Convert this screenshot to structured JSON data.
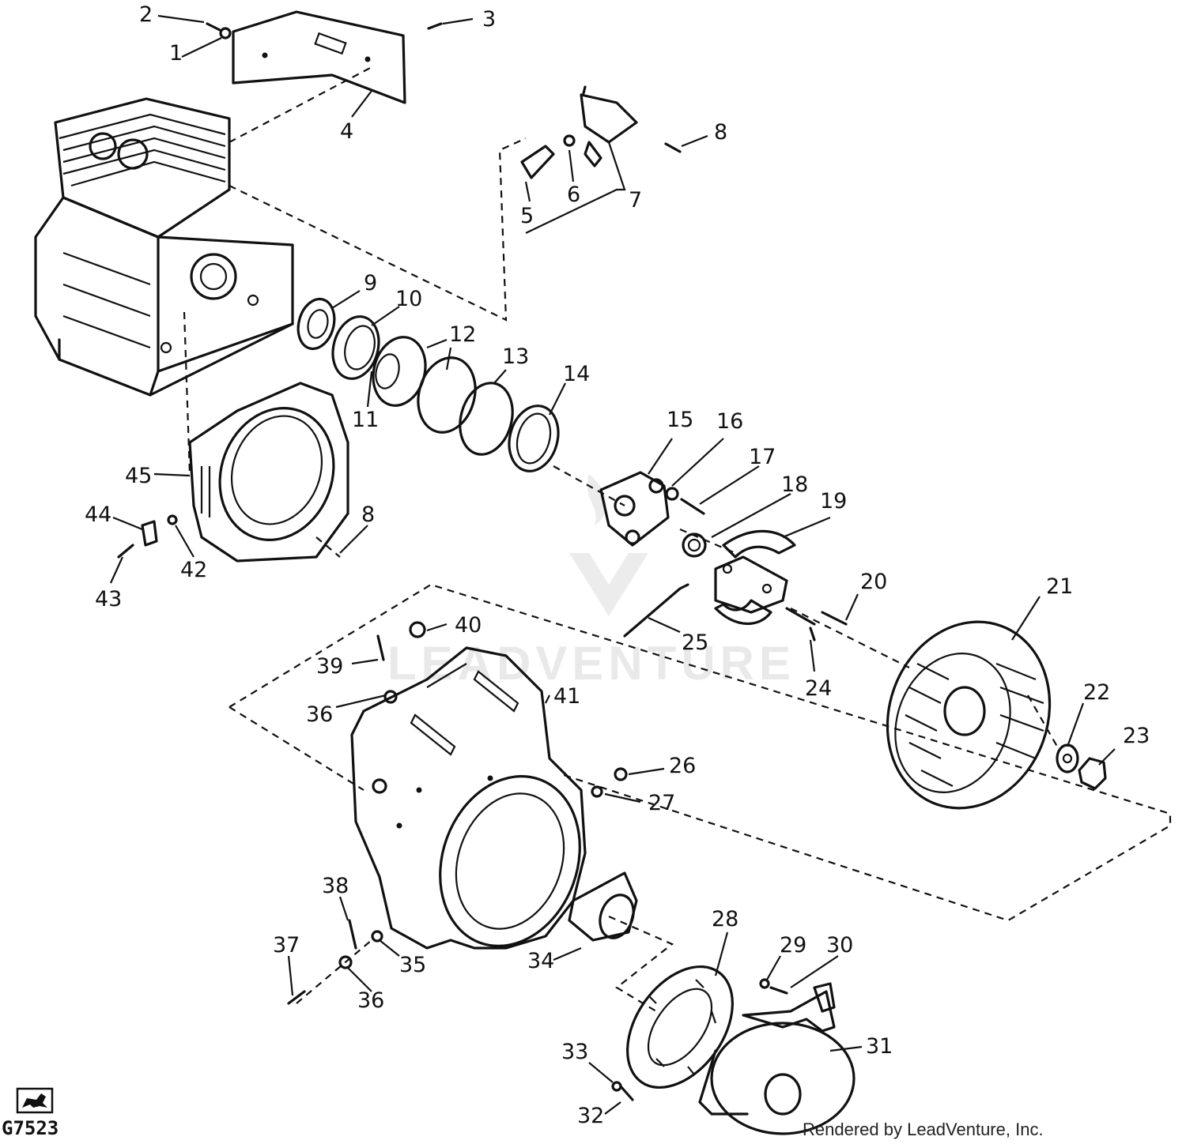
{
  "figure_id": "G7523",
  "credit": "Rendered by LeadVenture, Inc.",
  "watermark": "LEADVENTURE",
  "callouts": [
    "1",
    "2",
    "3",
    "4",
    "5",
    "6",
    "7",
    "8",
    "9",
    "10",
    "11",
    "12",
    "13",
    "14",
    "15",
    "16",
    "17",
    "18",
    "19",
    "20",
    "21",
    "22",
    "23",
    "24",
    "25",
    "26",
    "27",
    "28",
    "29",
    "30",
    "31",
    "32",
    "33",
    "34",
    "35",
    "36",
    "37",
    "38",
    "39",
    "40",
    "41",
    "42",
    "43",
    "44",
    "45",
    "8",
    "36"
  ],
  "icons": {
    "logo": "deer-logo-icon"
  }
}
